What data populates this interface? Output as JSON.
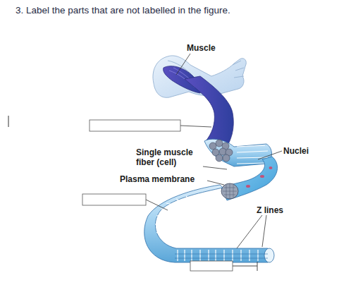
{
  "diagram": {
    "title": "3. Label the parts that are not labelled in the figure.",
    "labels": [
      "Muscle",
      "Single muscle fiber (cell)",
      "Plasma membrane",
      "Nuclei",
      "Z lines"
    ]
  }
}
